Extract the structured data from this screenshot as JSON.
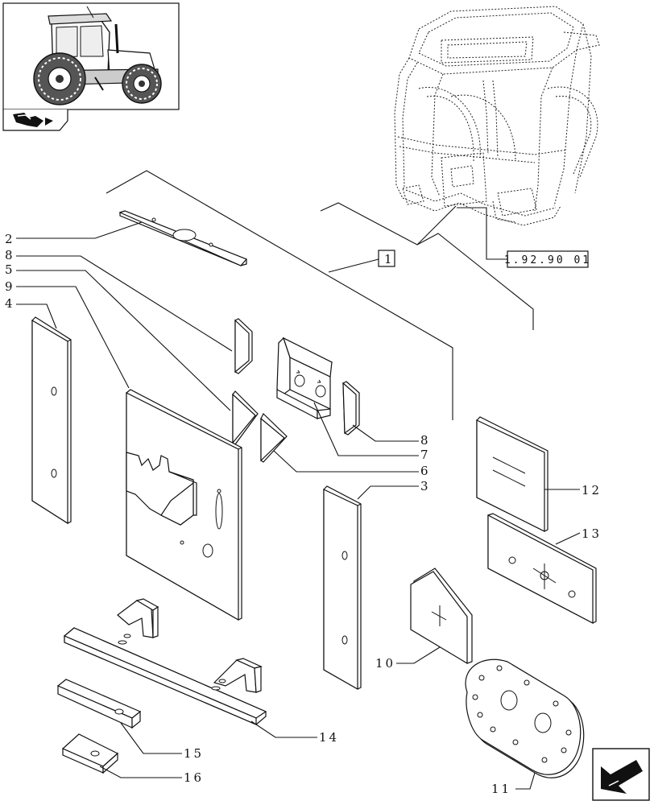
{
  "diagram": {
    "reference_code": "1.92.90 01",
    "group_marker": "1",
    "callouts": [
      {
        "id": "c2",
        "text": "2"
      },
      {
        "id": "c8a",
        "text": "8"
      },
      {
        "id": "c5",
        "text": "5"
      },
      {
        "id": "c9",
        "text": "9"
      },
      {
        "id": "c4",
        "text": "4"
      },
      {
        "id": "c8b",
        "text": "8"
      },
      {
        "id": "c7",
        "text": "7"
      },
      {
        "id": "c6",
        "text": "6"
      },
      {
        "id": "c3",
        "text": "3"
      },
      {
        "id": "c12",
        "text": "12"
      },
      {
        "id": "c13",
        "text": "13"
      },
      {
        "id": "c10",
        "text": "10"
      },
      {
        "id": "c11",
        "text": "11"
      },
      {
        "id": "c14",
        "text": "14"
      },
      {
        "id": "c15",
        "text": "15"
      },
      {
        "id": "c16",
        "text": "16"
      }
    ]
  },
  "icons": {
    "thumbnail": "tractor-thumbnail-icon",
    "section_nav": "section-nav-arrow-icon",
    "next_page": "next-page-arrow-icon"
  }
}
